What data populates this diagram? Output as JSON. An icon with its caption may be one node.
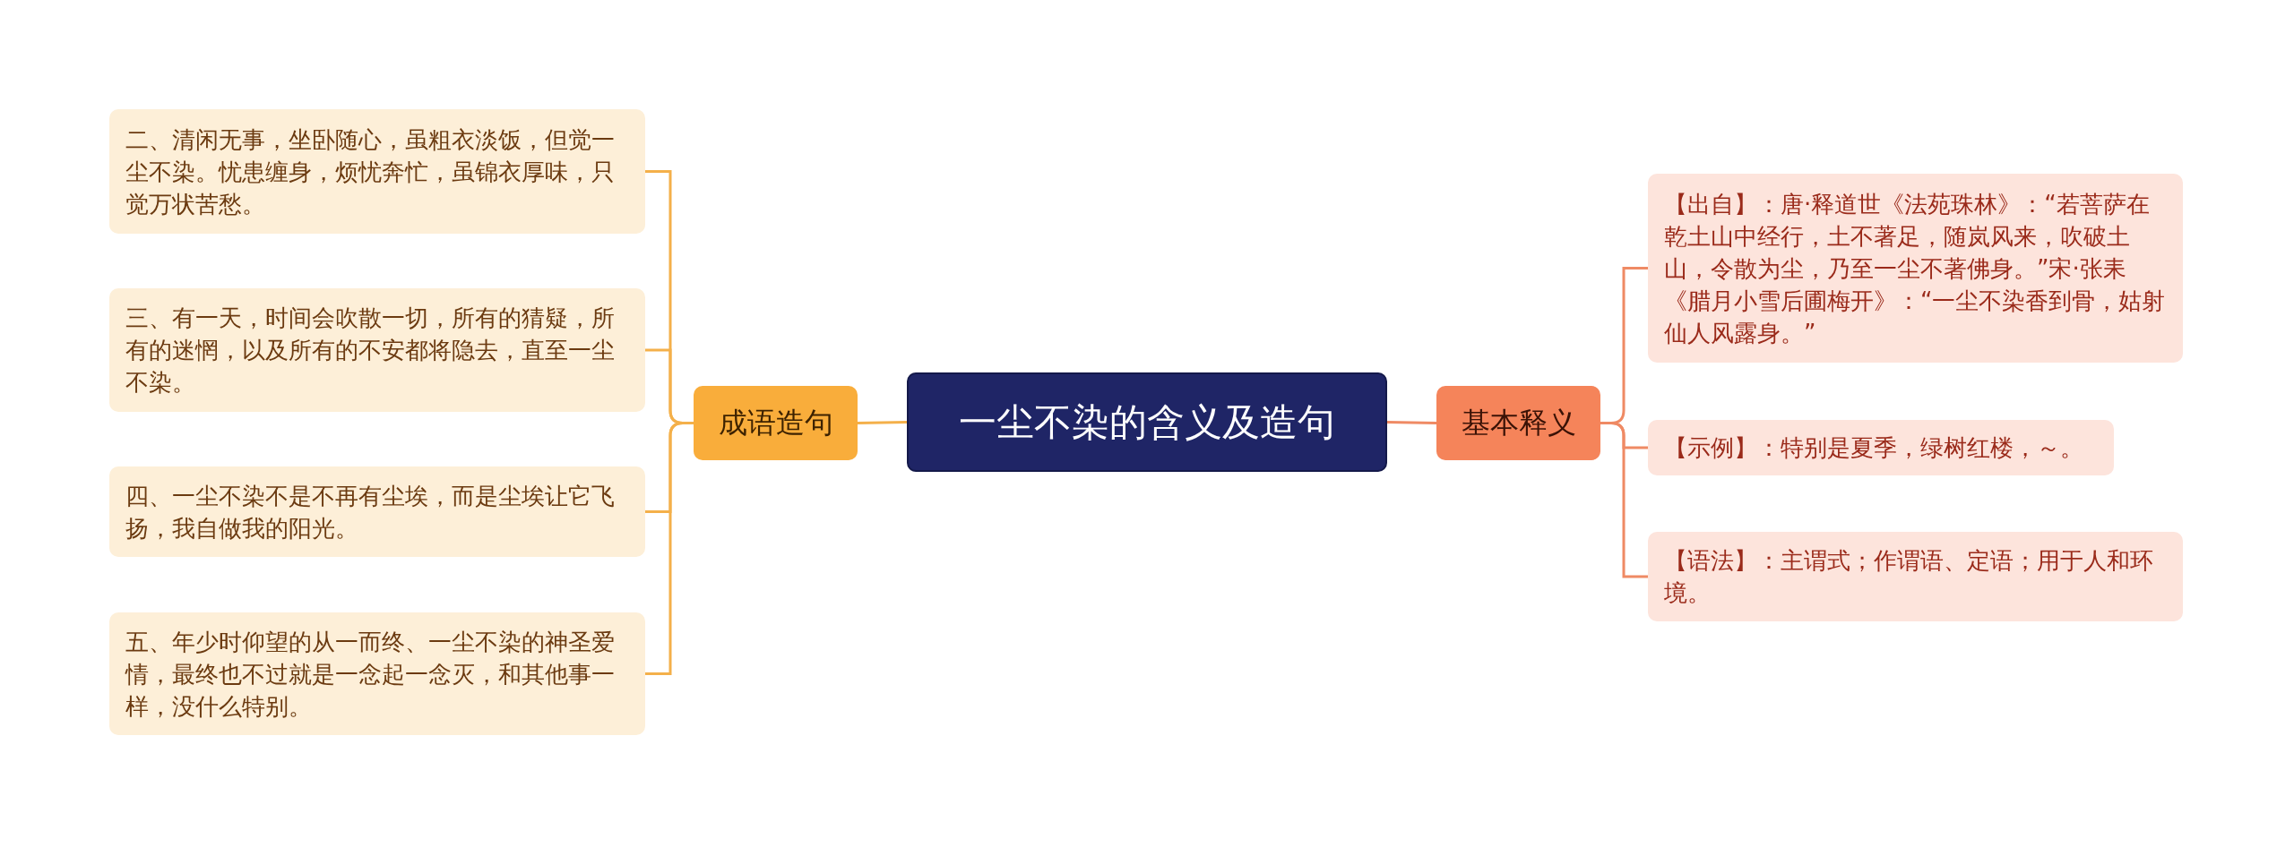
{
  "diagram": {
    "nodes": [
      {
        "text": [
          "一尘不染的含义及造句"
        ]
      },
      {
        "text": [
          "成语造句"
        ]
      },
      {
        "text": [
          "二、清闲无事，坐卧随心，虽粗衣淡饭，但觉一尘不染。忧患缠身，烦忧奔忙，虽锦衣厚味，只觉万状苦愁。"
        ]
      },
      {
        "text": [
          "三、有一天，时间会吹散一切，所有的猜疑，所有的迷惘，以及所有的不安都将隐去，直至一尘不染。"
        ]
      },
      {
        "text": [
          "四、一尘不染不是不再有尘埃，而是尘埃让它飞扬，我自做我的阳光。"
        ]
      },
      {
        "text": [
          "五、年少时仰望的从一而终、一尘不染的神圣爱情，最终也不过就是一念起一念灭，和其他事一样，没什么特别。"
        ]
      },
      {
        "text": [
          "基本释义"
        ]
      },
      {
        "text": [
          "【出自】：唐·释道世《法苑珠林》：“若菩萨在乾土山中经行，土不著足，随岚风来，吹破土山，令散为尘，乃至一尘不著佛身。”宋·张耒《腊月小雪后圃梅开》：“一尘不染香到骨，姑射仙人风露身。”"
        ]
      },
      {
        "text": [
          "【示例】：特别是夏季，绿树红楼，～。"
        ]
      },
      {
        "text": [
          "【语法】：主谓式；作谓语、定语；用于人和环境。"
        ]
      }
    ],
    "edges": [
      {
        "from": 0,
        "to": 1,
        "arrow": "none"
      },
      {
        "from": 1,
        "to": 2,
        "arrow": "none"
      },
      {
        "from": 1,
        "to": 3,
        "arrow": "none"
      },
      {
        "from": 1,
        "to": 4,
        "arrow": "none"
      },
      {
        "from": 1,
        "to": 5,
        "arrow": "none"
      },
      {
        "from": 0,
        "to": 6,
        "arrow": "none",
        "color": "#ef8a64"
      },
      {
        "from": 6,
        "to": 7,
        "arrow": "none",
        "color": "#ef8a64"
      },
      {
        "from": 6,
        "to": 8,
        "arrow": "none",
        "color": "#ef8a64"
      },
      {
        "from": 6,
        "to": 9,
        "arrow": "none",
        "color": "#ef8a64"
      }
    ]
  }
}
